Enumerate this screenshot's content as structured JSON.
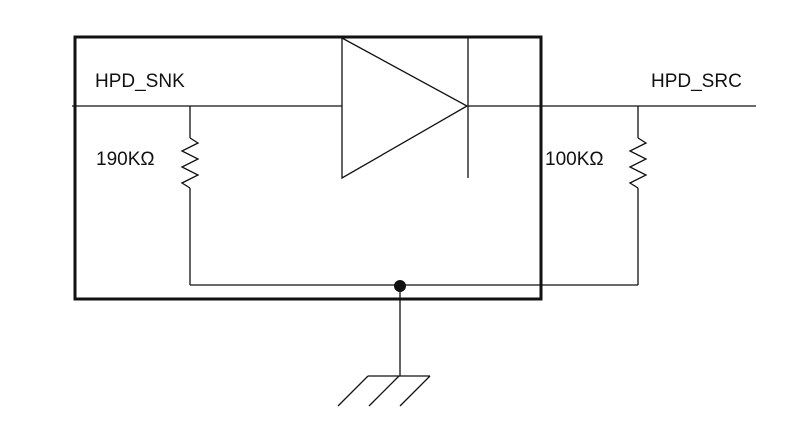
{
  "labels": {
    "signal_left": "HPD_SNK",
    "signal_right": "HPD_SRC",
    "resistor_left": "190KΩ",
    "resistor_right": "100KΩ"
  },
  "colors": {
    "line": "#111111",
    "background": "#ffffff"
  },
  "components": [
    {
      "type": "buffer-triangle",
      "direction": "left-to-right"
    },
    {
      "type": "resistor",
      "label_ref": "resistor_left"
    },
    {
      "type": "resistor",
      "label_ref": "resistor_right"
    },
    {
      "type": "ground",
      "symbol": "chassis"
    },
    {
      "type": "junction-dot"
    }
  ]
}
